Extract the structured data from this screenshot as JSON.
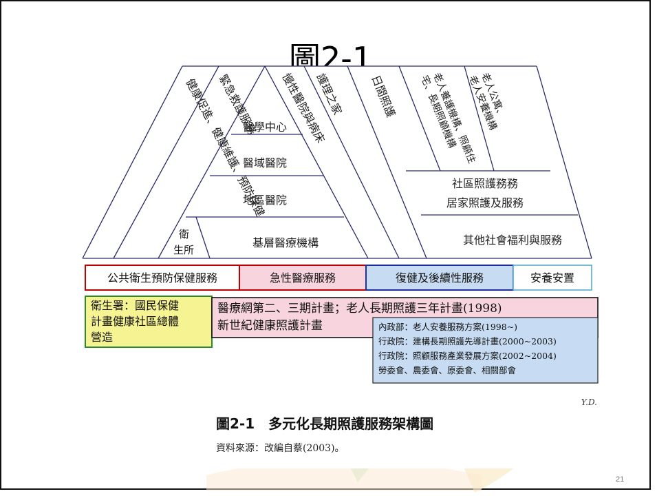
{
  "slide": {
    "title": "圖2-1",
    "page_number": "21",
    "signature": "Y.D."
  },
  "diagram": {
    "columns": [
      {
        "id": "health-promotion",
        "text": "健康促進、健康維護、預防保健"
      },
      {
        "id": "emergency",
        "text": "緊急救護服務"
      },
      {
        "id": "chronic",
        "text": "慢性醫院與病床"
      },
      {
        "id": "nursing-home",
        "text": "護理之家"
      },
      {
        "id": "day-care",
        "text": "日間照護"
      },
      {
        "id": "elder-care-line1",
        "text": "老人養護機構、照顧住"
      },
      {
        "id": "elder-care-line2",
        "text": "宅、長期照顧機構"
      },
      {
        "id": "elder-apartment-line1",
        "text": "老人公寓、"
      },
      {
        "id": "elder-apartment-line2",
        "text": "老人安養機構"
      }
    ],
    "pyramid_levels": [
      "醫學中心",
      "醫域醫院",
      "地區醫院",
      "基層醫療機構"
    ],
    "health_station": "衛生所",
    "community_services": [
      "社區照護務務",
      "居家照護及服務"
    ],
    "other_welfare": "其他社會福利與服務",
    "categories": [
      {
        "label": "公共衛生預防保健服務",
        "border": "#c00000",
        "fill": "#ffffff"
      },
      {
        "label": "急性醫療服務",
        "border": "#c00000",
        "fill": "#f7d4de"
      },
      {
        "label": "復健及後續性服務",
        "border": "#1f2f9f",
        "fill": "#c7dcf2"
      },
      {
        "label": "安養安置",
        "border": "#1f2f9f",
        "fill": "#ffffff"
      }
    ],
    "policies": {
      "doh": "衛生署：國民保健計畫健康社區總體營造",
      "doh_lines": [
        "衛生署：國民保健",
        "計畫健康社區總體",
        "營造"
      ],
      "network_line1": "醫療網第二、三期計畫；老人長期照護三年計畫(1998)",
      "network_line2": "新世紀健康照護計畫",
      "interior": [
        "內政部：老人安養服務方案(1998~)",
        "行政院：建構長期照護先導計畫(2000~2003)",
        "行政院：照顧服務產業發展方案(2002~2004)",
        "勞委會、農委會、原委會、相關部會"
      ]
    },
    "caption": "圖2-1　多元化長期照護服務架構圖",
    "source": "資料來源：改編自蔡(2003)。"
  },
  "colors": {
    "line": "#2a2a6a",
    "pink": "#f7d4de",
    "blue": "#c7dcf2",
    "yellow": "#f6f392",
    "green_border": "#2c8a2c"
  }
}
